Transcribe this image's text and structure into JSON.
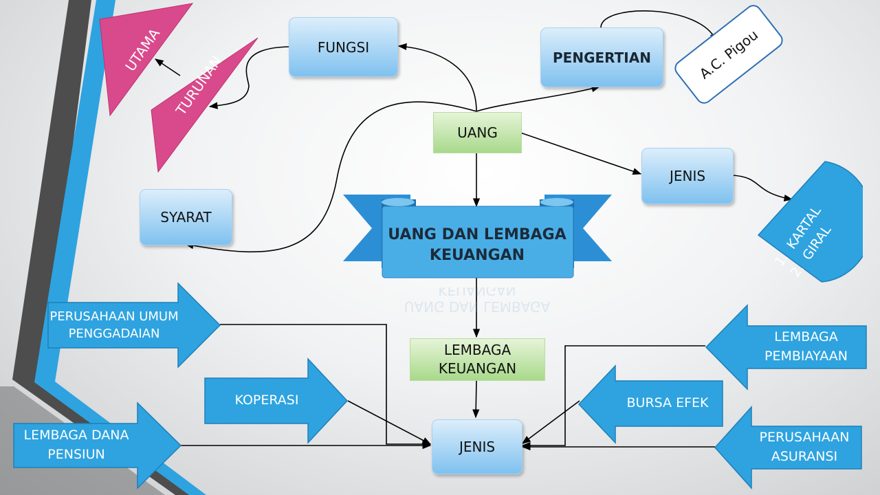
{
  "center_banner": "UANG DAN LEMBAGA KEUANGAN",
  "nodes": {
    "uang": "UANG",
    "fungsi": "FUNGSI",
    "pengertian": "PENGERTIAN",
    "pigou": "A.C. Pigou",
    "jenis_uang": "JENIS",
    "syarat": "SYARAT",
    "lembaga_keuangan": "LEMBAGA KEUANGAN",
    "jenis_lembaga": "JENIS"
  },
  "triangles": {
    "utama": "UTAMA",
    "turunan": "TURUNAN"
  },
  "jenis_uang_list": [
    "KARTAL",
    "GIRAL"
  ],
  "left_arrows": {
    "pegadaian": "PERUSAHAAN UMUM PENGGADAIAN",
    "koperasi": "KOPERASI",
    "dana_pensiun": "LEMBAGA DANA PENSIUN"
  },
  "right_arrows": {
    "pembiayaan": "LEMBAGA PEMBIAYAAN",
    "bursa_efek": "BURSA EFEK",
    "asuransi": "PERUSAHAAN ASURANSI"
  },
  "colors": {
    "accent_blue": "#2ea3e0",
    "banner_blue": "#2c8fd6",
    "triangle_pink": "#d94a8c",
    "box_light_blue": "#9fd0f3",
    "box_green": "#a8d98b",
    "side_dark": "#4a4a4a"
  }
}
